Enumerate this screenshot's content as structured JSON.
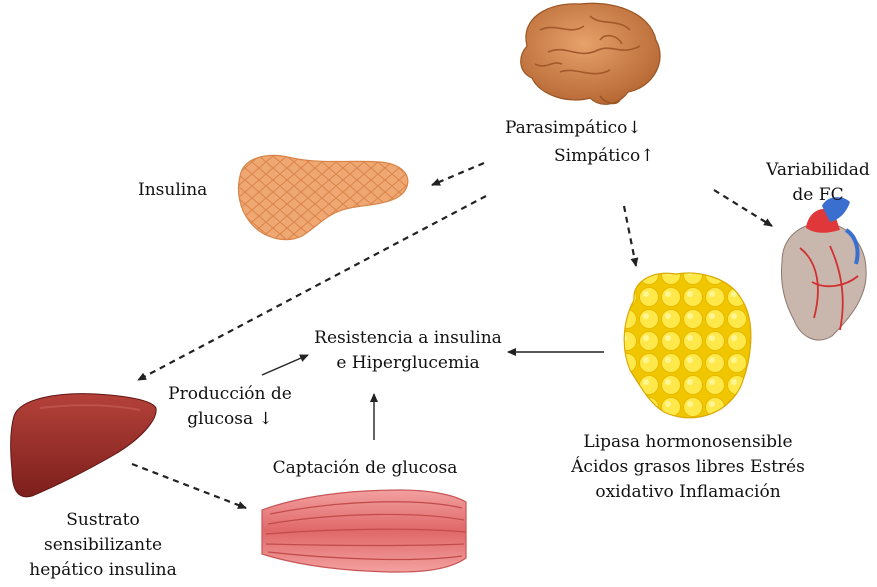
{
  "labels": {
    "parasimpatico": "Parasimpático↓",
    "simpatico": "Simpático↑",
    "insulina": "Insulina",
    "variabilidad_l1": "Variabilidad",
    "variabilidad_l2": "de FC",
    "resistencia_l1": "Resistencia a insulina",
    "resistencia_l2": "e Hiperglucemia",
    "produccion_l1": "Producción de",
    "produccion_l2": "glucosa ↓",
    "captacion": "Captación de glucosa",
    "lipasa_l1": "Lipasa hormonosensible",
    "lipasa_l2": "Ácidos grasos libres Estrés",
    "lipasa_l3": "oxidativo   Inflamación",
    "sustrato_l1": "Sustrato",
    "sustrato_l2": "sensibilizante",
    "sustrato_l3": "hepático insulina"
  }
}
